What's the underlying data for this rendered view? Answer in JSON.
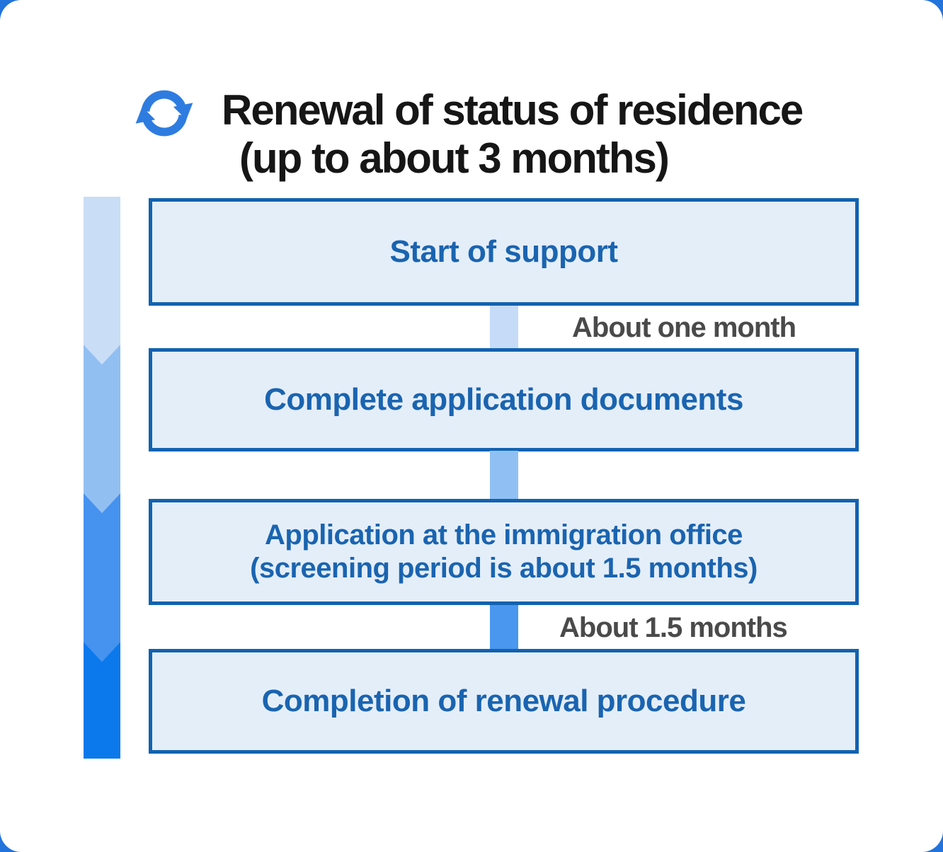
{
  "title": {
    "icon": "sync-icon",
    "line1": "Renewal of status of residence",
    "line2": "(up to about 3 months)"
  },
  "flow": {
    "steps": [
      {
        "label": "Start of support"
      },
      {
        "label": "Complete application documents"
      },
      {
        "label": "Application at the immigration office",
        "label2": "(screening period is about 1.5 months)"
      },
      {
        "label": "Completion of renewal procedure"
      }
    ],
    "intervals": [
      {
        "label": "About one month"
      },
      {
        "label": ""
      },
      {
        "label": "About 1.5 months"
      }
    ]
  },
  "colors": {
    "page_background": "#2273dc",
    "card_background": "#ffffff",
    "title_text": "#161616",
    "icon_blue": "#2e7ce0",
    "box_border": "#1262b0",
    "box_fill": "#e4eef9",
    "box_text": "#1a64b0",
    "interval_text": "#4a4a4a",
    "arrow_segments": [
      "#c9ddf6",
      "#92bff2",
      "#4592ef",
      "#0b79ec"
    ],
    "connectors": [
      "#c5dbf7",
      "#90c0f3",
      "#4a97ef"
    ]
  }
}
